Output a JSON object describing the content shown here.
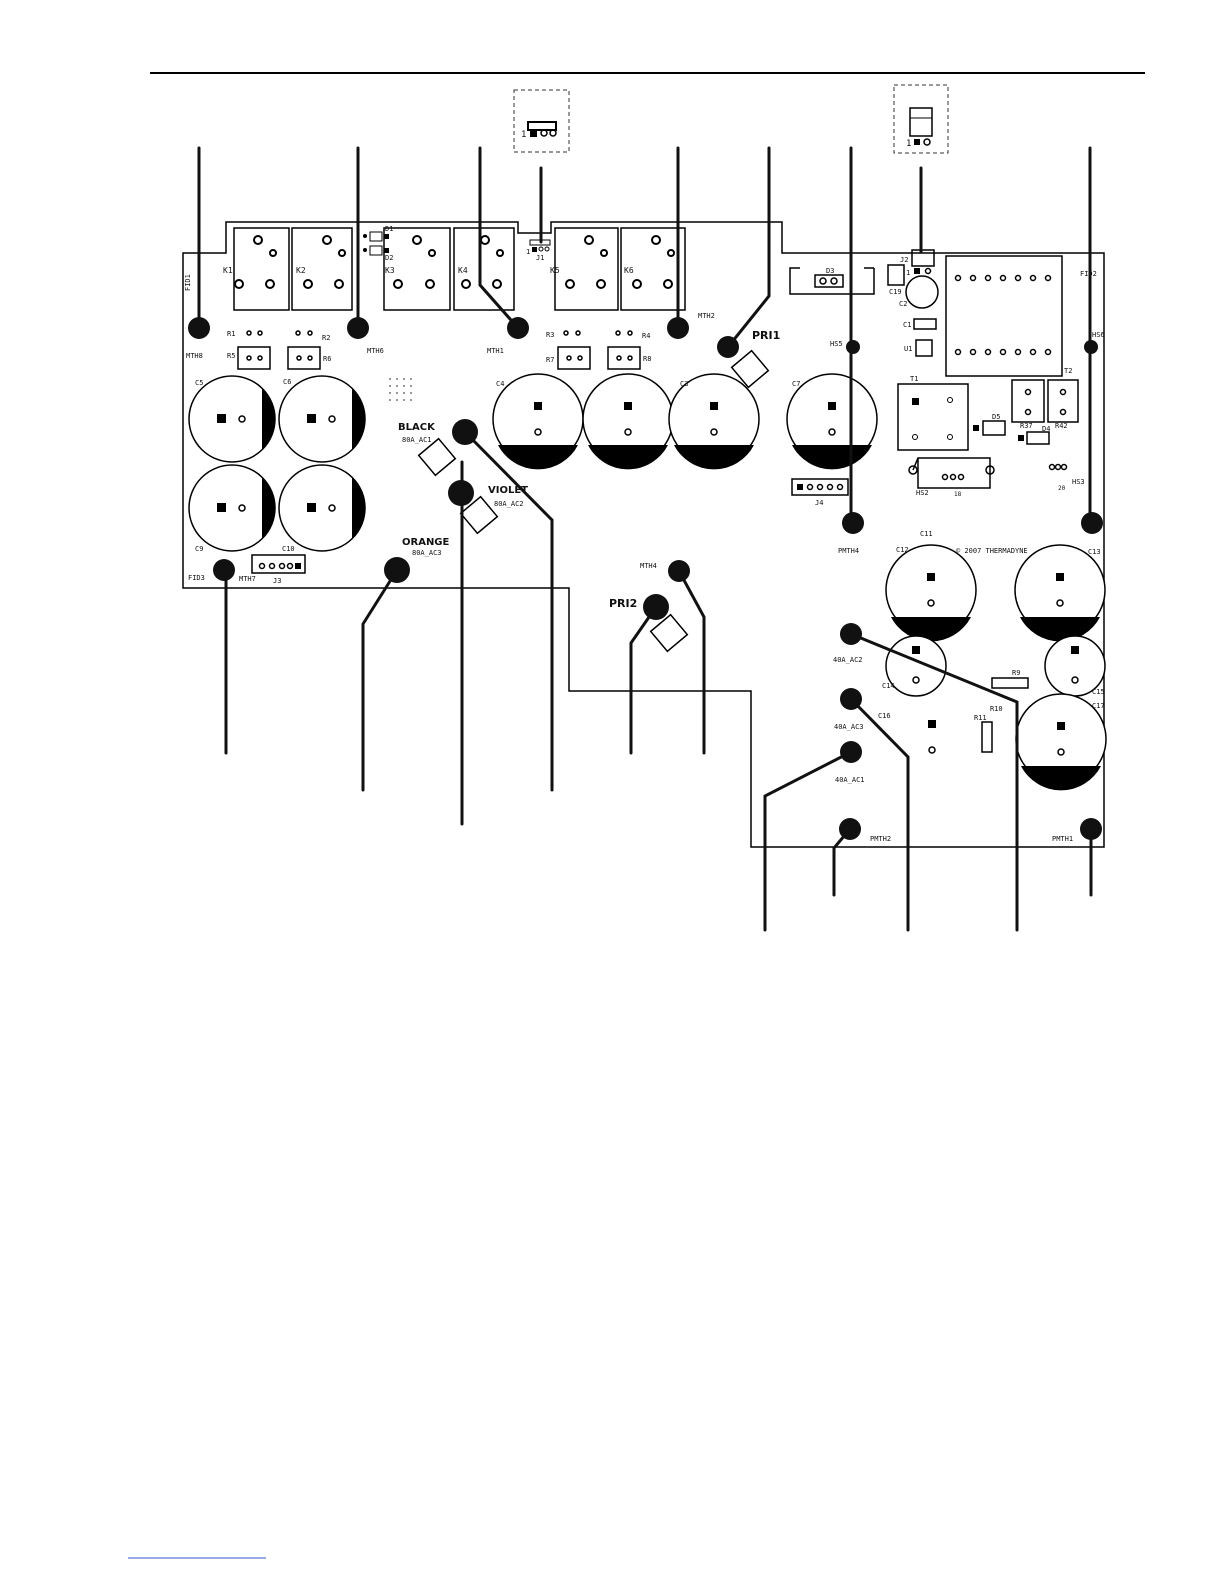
{
  "board": {
    "copyright": "© 2007 THERMADYNE"
  },
  "labels": {
    "fid1": "FID1",
    "fid2": "FID2",
    "fid3": "FID3",
    "mth1": "MTH1",
    "mth2": "MTH2",
    "mth4": "MTH4",
    "mth6": "MTH6",
    "mth7": "MTH7",
    "mth8": "MTH8",
    "pmth1": "PMTH1",
    "pmth2": "PMTH2",
    "pmth4": "PMTH4",
    "hs2": "HS2",
    "hs3": "HS3",
    "hs5": "HS5",
    "hs6": "HS6",
    "black": "BLACK",
    "violet": "VIOLET",
    "orange": "ORANGE",
    "pri1": "PRI1",
    "pri2": "PRI2",
    "ac80_1": "80A_AC1",
    "ac80_2": "80A_AC2",
    "ac80_3": "80A_AC3",
    "ac40_1": "40A_AC1",
    "ac40_2": "40A_AC2",
    "ac40_3": "40A_AC3",
    "k1": "K1",
    "k2": "K2",
    "k3": "K3",
    "k4": "K4",
    "k5": "K5",
    "k6": "K6",
    "d1": "D1",
    "d2": "D2",
    "d3": "D3",
    "d4": "D4",
    "d5": "D5",
    "j1": "J1",
    "j2": "J2",
    "j3": "J3",
    "j4": "J4",
    "r1": "R1",
    "r2": "R2",
    "r3": "R3",
    "r4": "R4",
    "r5": "R5",
    "r6": "R6",
    "r7": "R7",
    "r8": "R8",
    "r9": "R9",
    "r10": "R10",
    "r11": "R11",
    "r37": "R37",
    "r42": "R42",
    "c1": "C1",
    "c2": "C2",
    "c3": "C3",
    "c4": "C4",
    "c5": "C5",
    "c6": "C6",
    "c7": "C7",
    "c9": "C9",
    "c10": "C10",
    "c11": "C11",
    "c12": "C12",
    "c13": "C13",
    "c14": "C14",
    "c15": "C15",
    "c16": "C16",
    "c17": "C17",
    "c19": "C19",
    "t1": "T1",
    "t2": "T2",
    "u1": "U1",
    "pin1_j1": "1",
    "pin1_j2": "1",
    "pin1_j1_inset": "1",
    "pin1_j2_inset": "1",
    "misc_18": "18",
    "misc_20": "20"
  }
}
